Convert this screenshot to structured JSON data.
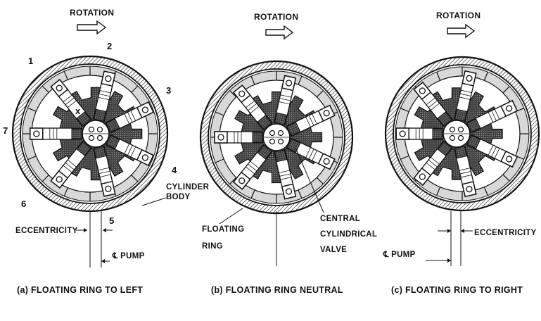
{
  "rotation_label": "ROTATION",
  "panels": [
    {
      "caption": "(a) FLOATING RING TO LEFT",
      "numbers": [
        "1",
        "2",
        "3",
        "4",
        "5",
        "6",
        "7"
      ],
      "marker": "x",
      "labels": {
        "cylinder_body": [
          "CYLINDER",
          "BODY"
        ],
        "eccentricity": "ECCENTRICITY",
        "pump": "℄ PUMP"
      }
    },
    {
      "caption": "(b) FLOATING RING NEUTRAL",
      "labels": {
        "floating_ring": [
          "FLOATING",
          "RING"
        ],
        "central_valve": [
          "CENTRAL",
          "CYLINDRICAL",
          "VALVE"
        ]
      }
    },
    {
      "caption": "(c) FLOATING RING TO RIGHT",
      "labels": {
        "eccentricity": "ECCENTRICITY",
        "pump": "℄ PUMP"
      }
    }
  ]
}
